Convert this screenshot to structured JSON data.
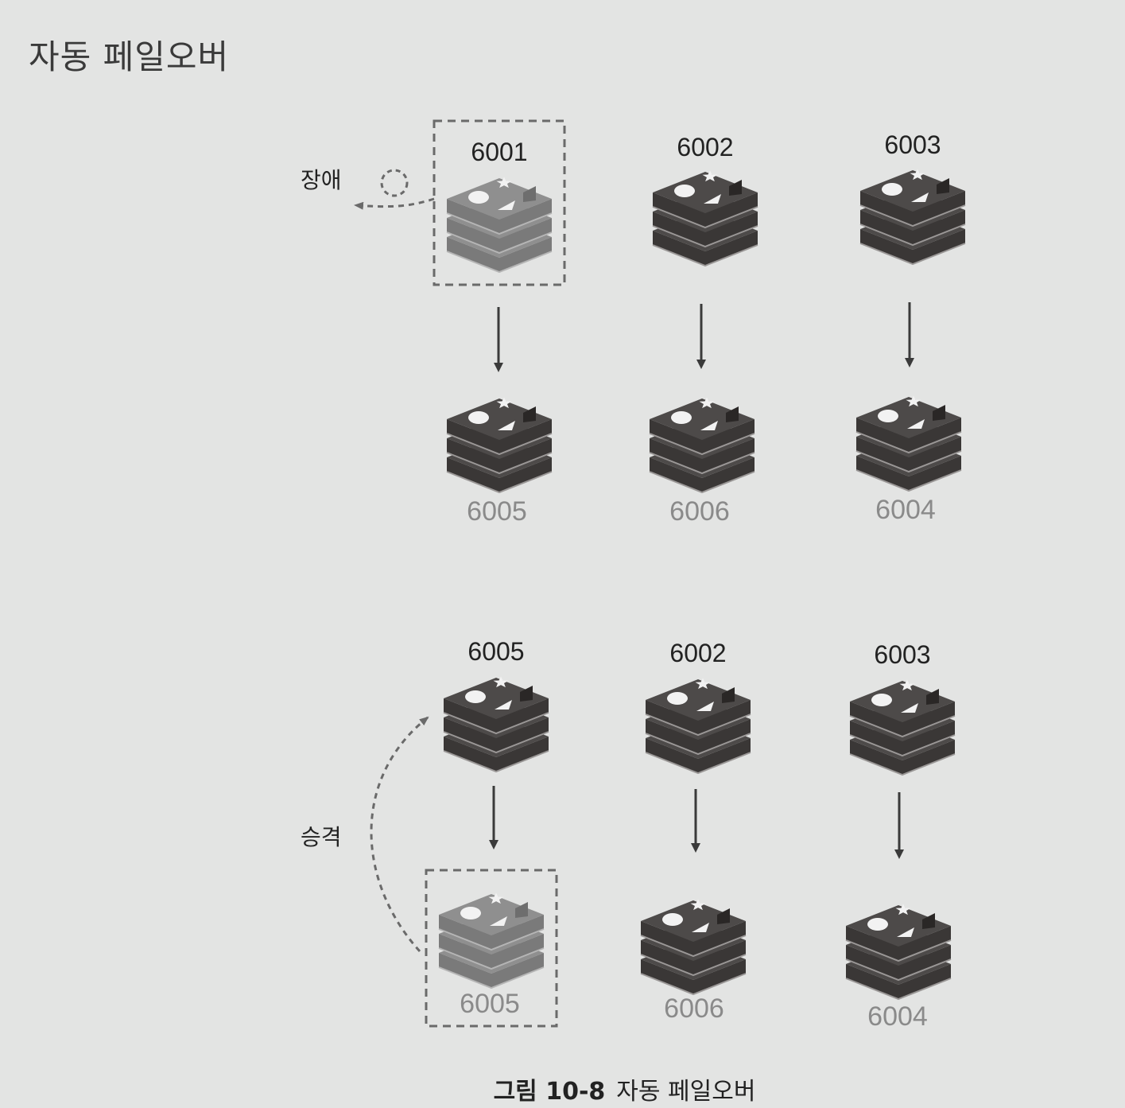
{
  "title": "자동 페일오버",
  "labels": {
    "failure": "장애",
    "promotion": "승격"
  },
  "before": {
    "masters": [
      "6001",
      "6002",
      "6003"
    ],
    "replicas": [
      "6005",
      "6006",
      "6004"
    ]
  },
  "after": {
    "masters": [
      "6005",
      "6002",
      "6003"
    ],
    "replicas": [
      "6005",
      "6006",
      "6004"
    ]
  },
  "caption": {
    "figure_number": "그림 10-8",
    "text": "자동 페일오버"
  },
  "colors": {
    "node_active": "#4d4a49",
    "node_faded": "#8f8f8f",
    "arrow": "#3a3a3a",
    "dashed": "#6a6a6a"
  }
}
